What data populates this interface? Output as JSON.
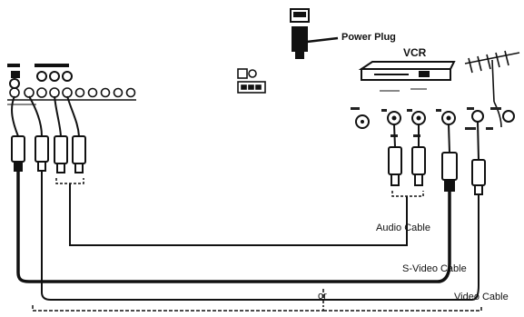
{
  "labels": {
    "power_plug": "Power Plug",
    "vcr": "VCR",
    "audio_cable": "Audio Cable",
    "svideo_cable": "S-Video Cable",
    "video_cable": "Video Cable",
    "or": "or"
  },
  "icons": {
    "tv_panel": "tv-input-panel-icon",
    "vcr": "vcr-icon",
    "antenna": "antenna-icon",
    "power_plug": "power-plug-icon",
    "tv_symbol": "tv-symbol-icon"
  },
  "colors": {
    "ink": "#111111",
    "background": "#ffffff"
  }
}
